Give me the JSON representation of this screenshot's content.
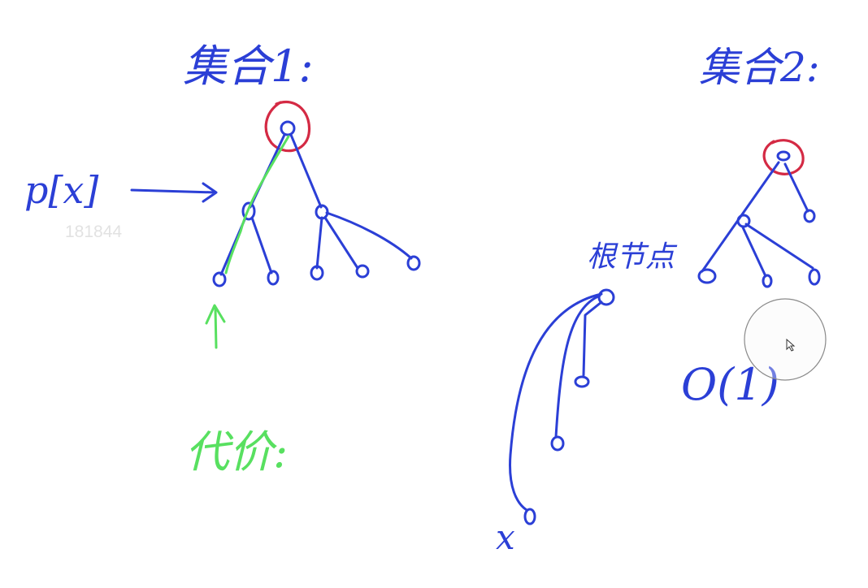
{
  "labels": {
    "set1": "集合1:",
    "set2": "集合2:",
    "px": "p[x]",
    "root_node": "根节点",
    "cost": "代价:",
    "complexity": "O(1)",
    "x": "x"
  },
  "watermark": "181844",
  "colors": {
    "ink_blue": "#2b3fd6",
    "ink_red": "#d42a44",
    "ink_green": "#58e060"
  }
}
